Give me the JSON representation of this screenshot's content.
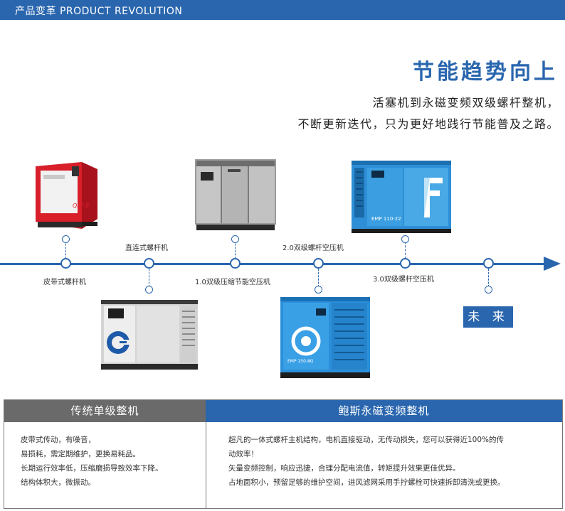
{
  "header": {
    "title": "产品变革 PRODUCT REVOLUTION"
  },
  "headline": "节能趋势向上",
  "subline": [
    "活塞机到永磁变频双级螺杆整机，",
    "不断更新迭代，只为更好地践行节能普及之路。"
  ],
  "timeline": {
    "stages": [
      "皮带式螺杆机",
      "直连式螺杆机",
      "1.0双级压缩节能空压机",
      "2.0双级螺杆空压机",
      "3.0双级螺杆空压机"
    ],
    "future": "未 来"
  },
  "machines": {
    "m1_badge": "QPF-8",
    "m5_label": "EMP 110-22",
    "m4_label": "EMP 150-8G"
  },
  "colors": {
    "accent": "#2a66ae",
    "gray": "#6a6a6a"
  },
  "comparison": {
    "left_title": "传统单级整机",
    "right_title": "鲍斯永磁变频整机",
    "left_items": [
      "皮带式传动，有噪音，",
      "易损耗，需定期维护，更换易耗品。",
      "长期运行效率低，压缩磨损导致效率下降。",
      "结构体积大，微振动。"
    ],
    "right_items": [
      "超凡的一体式螺杆主机结构，电机直接驱动，无传动损失，您可以获得近100%的传",
      "动效率！",
      "矢量变频控制，响应迅捷，合理分配电流值，转矩提升效果更佳优异。",
      "占地面积小，预留足够的维护空间，进风滤网采用手拧螺栓可快速拆卸清洗或更换。"
    ]
  }
}
